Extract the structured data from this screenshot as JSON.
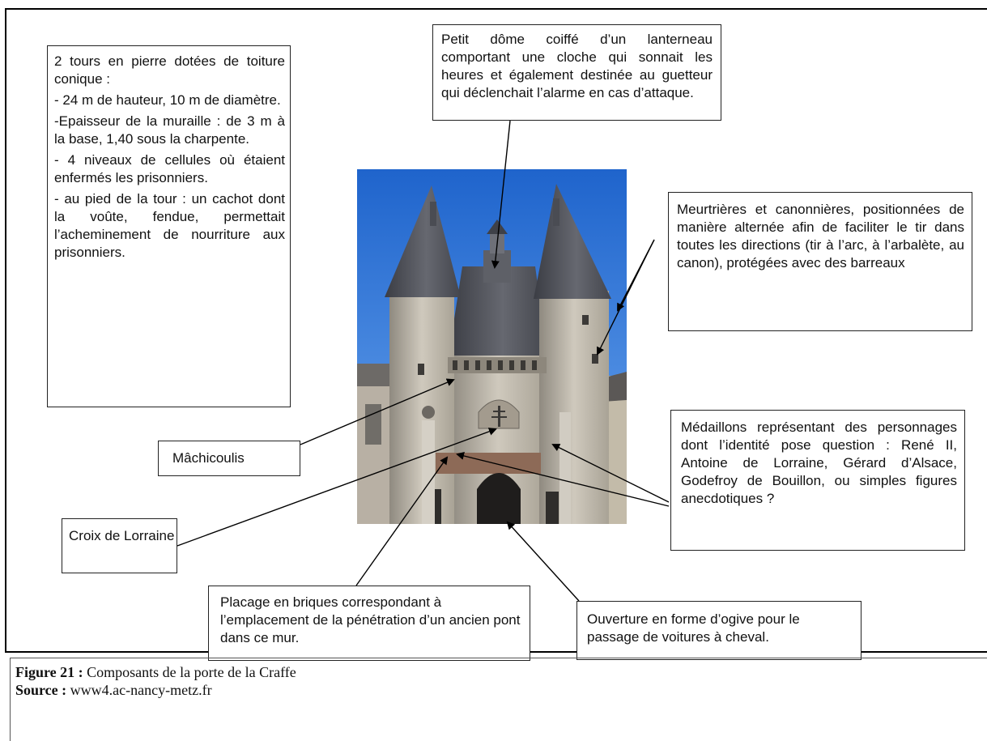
{
  "boxes": {
    "left": [
      "2 tours en pierre dotées de toiture conique :",
      "- 24 m de hauteur, 10 m de diamètre.",
      "-Epaisseur de la muraille : de 3 m à la base, 1,40 sous la charpente.",
      "- 4 niveaux de cellules où étaient enfermés les prisonniers.",
      "- au pied de la tour : un cachot dont la voûte, fendue, permettait l’acheminement de nourriture aux prisonniers."
    ],
    "top": "Petit dôme coiffé d’un lanterneau comportant une cloche qui sonnait les heures et également destinée au guetteur qui déclenchait l’alarme en cas d’attaque.",
    "right_top": "Meurtrières et canonnières, positionnées de manière alternée afin de faciliter le tir dans toutes les directions (tir à l’arc, à l’arbalète, au canon), protégées avec des barreaux",
    "right_bottom": "Médaillons représentant des personnages dont l’identité pose question : René II, Antoine de Lorraine, Gérard d’Alsace, Godefroy de Bouillon, ou simples figures anecdotiques ?",
    "machicoulis": "Mâchicoulis",
    "croix": "Croix de Lorraine",
    "placage": "Placage en briques correspondant à l’emplacement de la pénétration d’un ancien pont dans ce mur.",
    "ouverture": "Ouverture en forme d’ogive pour le passage de voitures à cheval."
  },
  "caption": {
    "figure_label": "Figure 21 :",
    "figure_text": " Composants de la porte de la Craffe",
    "source_label": "Source :",
    "source_text": " www4.ac-nancy-metz.fr"
  },
  "colors": {
    "sky": "#2f74d6",
    "stone": "#b9b2a6",
    "roof": "#4f5158",
    "arrow": "#000000"
  }
}
